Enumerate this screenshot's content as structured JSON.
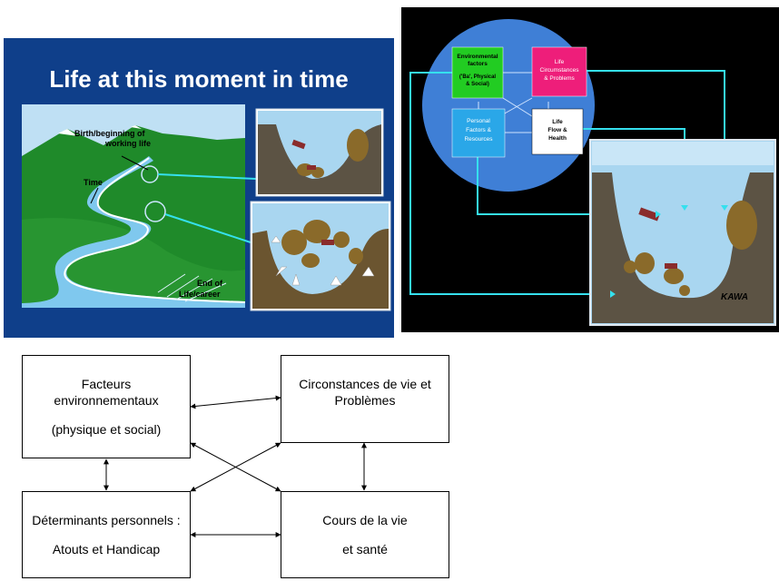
{
  "left_panel": {
    "title": "Life at this moment in time",
    "labels": {
      "birth_line1": "Birth/beginning of",
      "birth_line2": "working life",
      "time": "Time",
      "end_line1": "End of",
      "end_line2": "Life/career"
    }
  },
  "right_panel": {
    "boxes": {
      "environmental": [
        "Environmental",
        "factors",
        "('Ba', Physical",
        "& Social)"
      ],
      "life_circumstances": [
        "Life",
        "Circumstances",
        "& Problems"
      ],
      "personal_factors": [
        "Personal",
        "Factors &",
        "Resources"
      ],
      "life_flow": [
        "Life",
        "Flow &",
        "Health"
      ]
    },
    "kawa_label": "KAWA",
    "colors": {
      "environmental": "#22cc22",
      "life_circumstances": "#ee1e7a",
      "personal_factors": "#2aa7e8",
      "life_flow": "#ffffff",
      "circle": "#3f7fd6",
      "connector": "#35e0ee"
    }
  },
  "french_diagram": {
    "facteurs": {
      "line1": "Facteurs",
      "line2": "environnementaux",
      "line3": "(physique et social)"
    },
    "circonstances": {
      "line1": "Circonstances de vie et",
      "line2": "Problèmes"
    },
    "determinants": {
      "line1": "Déterminants personnels :",
      "line2": "Atouts et Handicap"
    },
    "cours": {
      "line1": "Cours de la vie",
      "line2": "et santé"
    }
  }
}
